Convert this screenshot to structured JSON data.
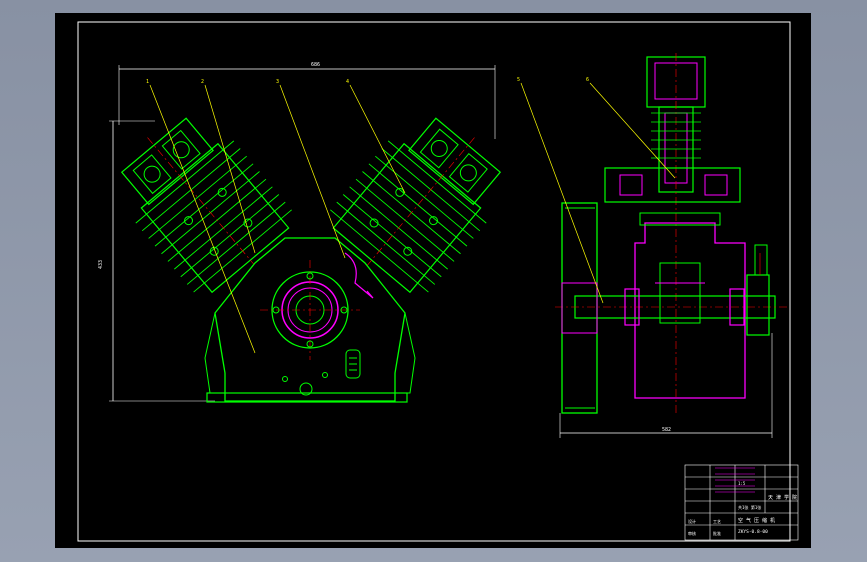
{
  "colors": {
    "background": "#000000",
    "viewport": "#8e97a8",
    "frame": "#ffffff",
    "outline": "#00ff00",
    "section": "#ff00ff",
    "centerline": "#ff0000",
    "leader": "#ffff00",
    "hatch": "#ff00ff",
    "text_white": "#ffffff"
  },
  "drawing": {
    "left_view": {
      "balloons": [
        "1",
        "2",
        "3",
        "4"
      ],
      "dim_width": "686",
      "dim_height": "433"
    },
    "right_view": {
      "balloons": [
        "5",
        "6"
      ],
      "dim_width": "582"
    }
  },
  "title_block": {
    "revision_rows": [
      "",
      "",
      "",
      "",
      "",
      ""
    ],
    "company": "天 津 学 院",
    "drawing_name": "空 气 压 缩 机",
    "drawing_number": "ZKYS-0.8-00",
    "left_labels": [
      "设计",
      "审核",
      "工艺",
      "批准"
    ],
    "scale": "1:5",
    "sheet": "共1张 第1张"
  }
}
